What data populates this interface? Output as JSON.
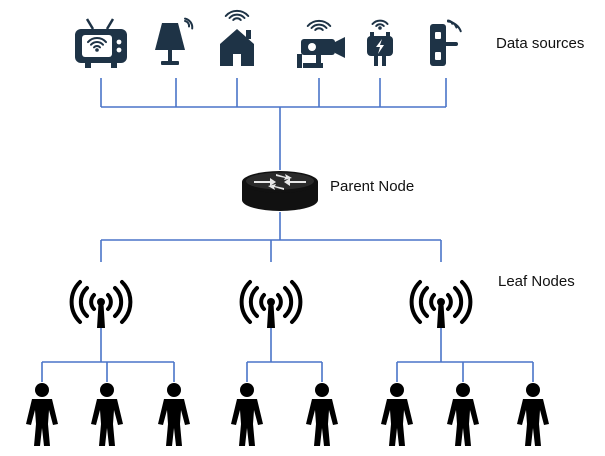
{
  "labels": {
    "data_sources": "Data sources",
    "parent_node": "Parent Node",
    "leaf_nodes": "Leaf Nodes"
  },
  "data_sources": [
    {
      "icon": "smart-tv-icon"
    },
    {
      "icon": "smart-lamp-icon"
    },
    {
      "icon": "smart-home-icon"
    },
    {
      "icon": "security-camera-icon"
    },
    {
      "icon": "smart-plug-icon"
    },
    {
      "icon": "smart-door-lock-icon"
    }
  ],
  "parent_node": {
    "icon": "router-icon"
  },
  "leaf_nodes": [
    {
      "icon": "wireless-antenna-icon",
      "users": 3
    },
    {
      "icon": "wireless-antenna-icon",
      "users": 2
    },
    {
      "icon": "wireless-antenna-icon",
      "users": 3
    }
  ],
  "colors": {
    "line": "#4a74c8",
    "icon_dark": "#1e3346",
    "icon_light": "#ffffff",
    "person": "#000000",
    "router_top": "#e8e8e8",
    "router_body": "#111111"
  }
}
